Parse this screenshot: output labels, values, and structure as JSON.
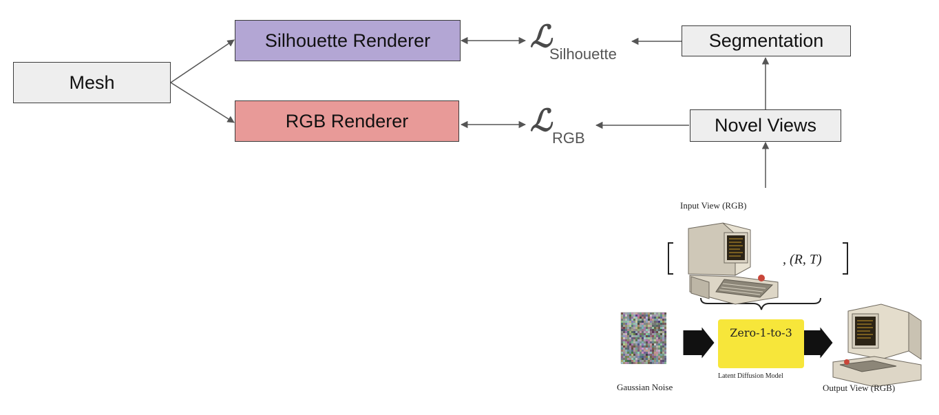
{
  "nodes": {
    "mesh": "Mesh",
    "silhouette_renderer": "Silhouette Renderer",
    "rgb_renderer": "RGB Renderer",
    "segmentation": "Segmentation",
    "novel_views": "Novel Views"
  },
  "losses": {
    "symbol": "ℒ",
    "silhouette_sub": "Silhouette",
    "rgb_sub": "RGB"
  },
  "zero123": {
    "input_caption": "Input View (RGB)",
    "pose": ", (R, T)",
    "noise_caption": "Gaussian Noise",
    "model_name": "Zero-1-to-3",
    "model_caption": "Latent Diffusion Model",
    "output_caption": "Output View (RGB)"
  },
  "colors": {
    "silhouette_box": "#b3a6d4",
    "rgb_box": "#e89a98",
    "neutral_box": "#eeeeee",
    "model_box": "#f7e63a"
  }
}
